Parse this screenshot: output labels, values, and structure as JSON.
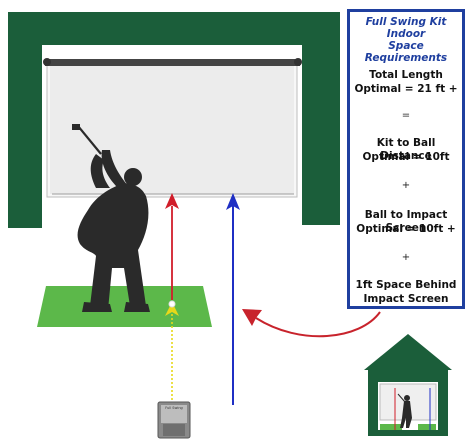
{
  "panel": {
    "title_line1": "Full Swing Kit Indoor",
    "title_line2": "Space Requirements",
    "total_length_label": "Total Length",
    "total_length_value": "Optimal = 21 ft +",
    "equals_sign": "=",
    "kit_distance_label": "Kit to Ball Distance",
    "kit_distance_value": "Optimal = 10ft",
    "plus_sign_1": "+",
    "impact_distance_label": "Ball to Impact Screen",
    "impact_distance_value": "Optimal = 10ft +",
    "plus_sign_2": "+",
    "behind_space_line1": "1ft Space Behind",
    "behind_space_line2": "Impact Screen"
  },
  "launch_monitor": {
    "label": "Full Swing"
  },
  "colors": {
    "garage_green": "#1b5e3a",
    "turf_green": "#5cb84a",
    "ball_path_red": "#d11d2a",
    "screen_line_blue": "#1f2fc4",
    "laser_yellow": "#e8d81a",
    "panel_border": "#1f3f9f",
    "silhouette": "#2a2a2a"
  }
}
